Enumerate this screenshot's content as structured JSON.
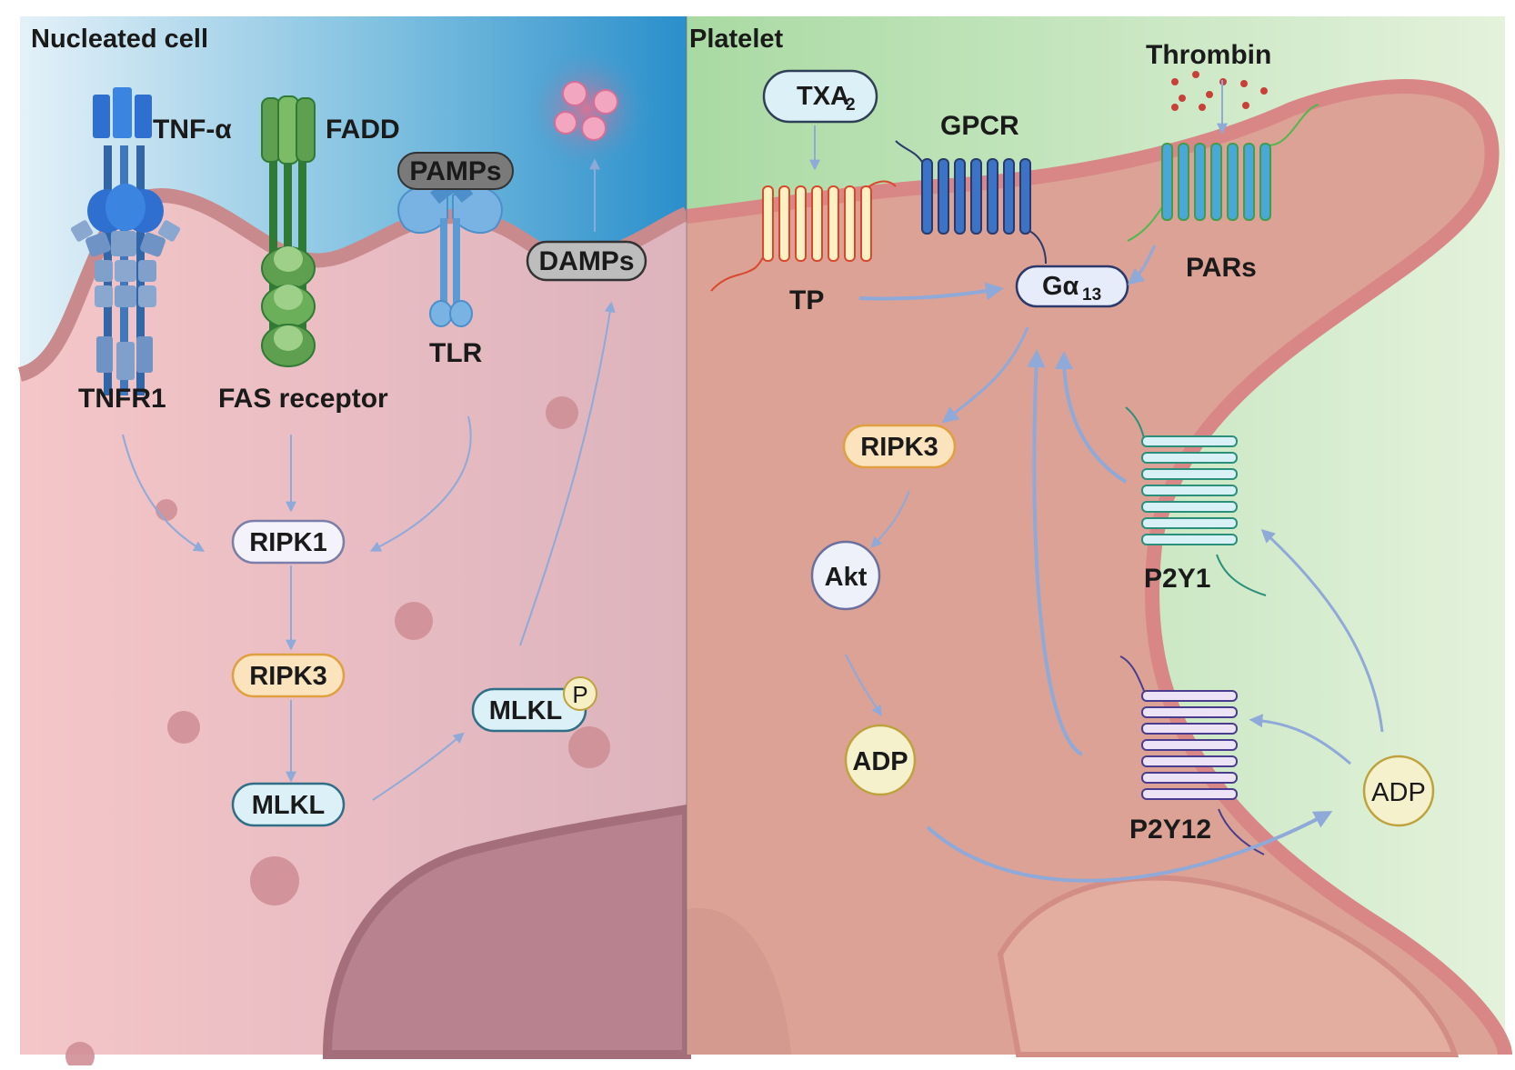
{
  "left_panel": {
    "title": "Nucleated cell",
    "labels": {
      "tnf_alpha": "TNF-α",
      "fadd": "FADD",
      "pamps": "PAMPs",
      "tnfr1": "TNFR1",
      "fas_receptor": "FAS receptor",
      "tlr": "TLR",
      "damps": "DAMPs"
    },
    "nodes": {
      "ripk1": "RIPK1",
      "ripk3": "RIPK3",
      "mlkl": "MLKL",
      "mlkl_p": "MLKL",
      "phospho": "P"
    }
  },
  "right_panel": {
    "title": "Platelet",
    "labels": {
      "txa2_main": "TXA",
      "txa2_sub": "2",
      "gpcr": "GPCR",
      "thrombin": "Thrombin",
      "tp": "TP",
      "pars": "PARs",
      "p2y1": "P2Y1",
      "p2y12": "P2Y12"
    },
    "nodes": {
      "ga13_main": "Gα",
      "ga13_sub": "13",
      "ripk3": "RIPK3",
      "akt": "Akt",
      "adp_inner": "ADP",
      "adp_outer": "ADP"
    }
  },
  "colors": {
    "left_bg_top": "#cfe6f2",
    "left_bg_blue": "#3d9fd2",
    "cell_pink": "#efc3c6",
    "membrane": "#c98a8d",
    "nucleus": "#b98490",
    "right_bg": "#bfe3b7",
    "platelet": "#dba092",
    "platelet_membrane": "#d98686",
    "arrow": "#8fa9d8",
    "node_blue_fill": "#dcf0f8",
    "node_blue_stroke": "#2f6e86",
    "node_orange_fill": "#fbe3bd",
    "node_orange_stroke": "#e0a040",
    "node_yellow_fill": "#f5f1cd",
    "node_yellow_stroke": "#bda23e"
  }
}
